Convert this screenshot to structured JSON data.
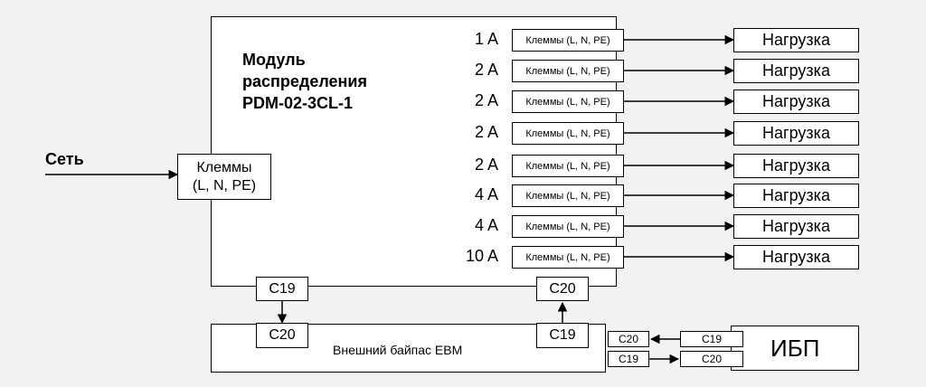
{
  "network_label": "Сеть",
  "input_terminal": {
    "line1": "Клеммы",
    "line2": "(L, N, PE)"
  },
  "module": {
    "line1": "Модуль",
    "line2": "распределения",
    "line3": "PDM-02-3CL-1"
  },
  "outputs": [
    {
      "current": "1 A",
      "terminal": "Клеммы (L, N, PE)",
      "load": "Нагрузка"
    },
    {
      "current": "2 A",
      "terminal": "Клеммы (L, N, PE)",
      "load": "Нагрузка"
    },
    {
      "current": "2 A",
      "terminal": "Клеммы (L, N, PE)",
      "load": "Нагрузка"
    },
    {
      "current": "2 A",
      "terminal": "Клеммы (L, N, PE)",
      "load": "Нагрузка"
    },
    {
      "current": "2 A",
      "terminal": "Клеммы (L, N, PE)",
      "load": "Нагрузка"
    },
    {
      "current": "4 A",
      "terminal": "Клеммы (L, N, PE)",
      "load": "Нагрузка"
    },
    {
      "current": "4 A",
      "terminal": "Клеммы (L, N, PE)",
      "load": "Нагрузка"
    },
    {
      "current": "10 A",
      "terminal": "Клеммы (L, N, PE)",
      "load": "Нагрузка"
    }
  ],
  "module_connectors": {
    "left": "C19",
    "right": "C20"
  },
  "bypass": {
    "label": "Внешний байпас ЕВМ",
    "left_connector": "C20",
    "right_connector": "C19",
    "ups_in": "C20",
    "ups_out": "C19"
  },
  "ups": {
    "label": "ИБП",
    "connector_top": "C19",
    "connector_bottom": "C20"
  }
}
